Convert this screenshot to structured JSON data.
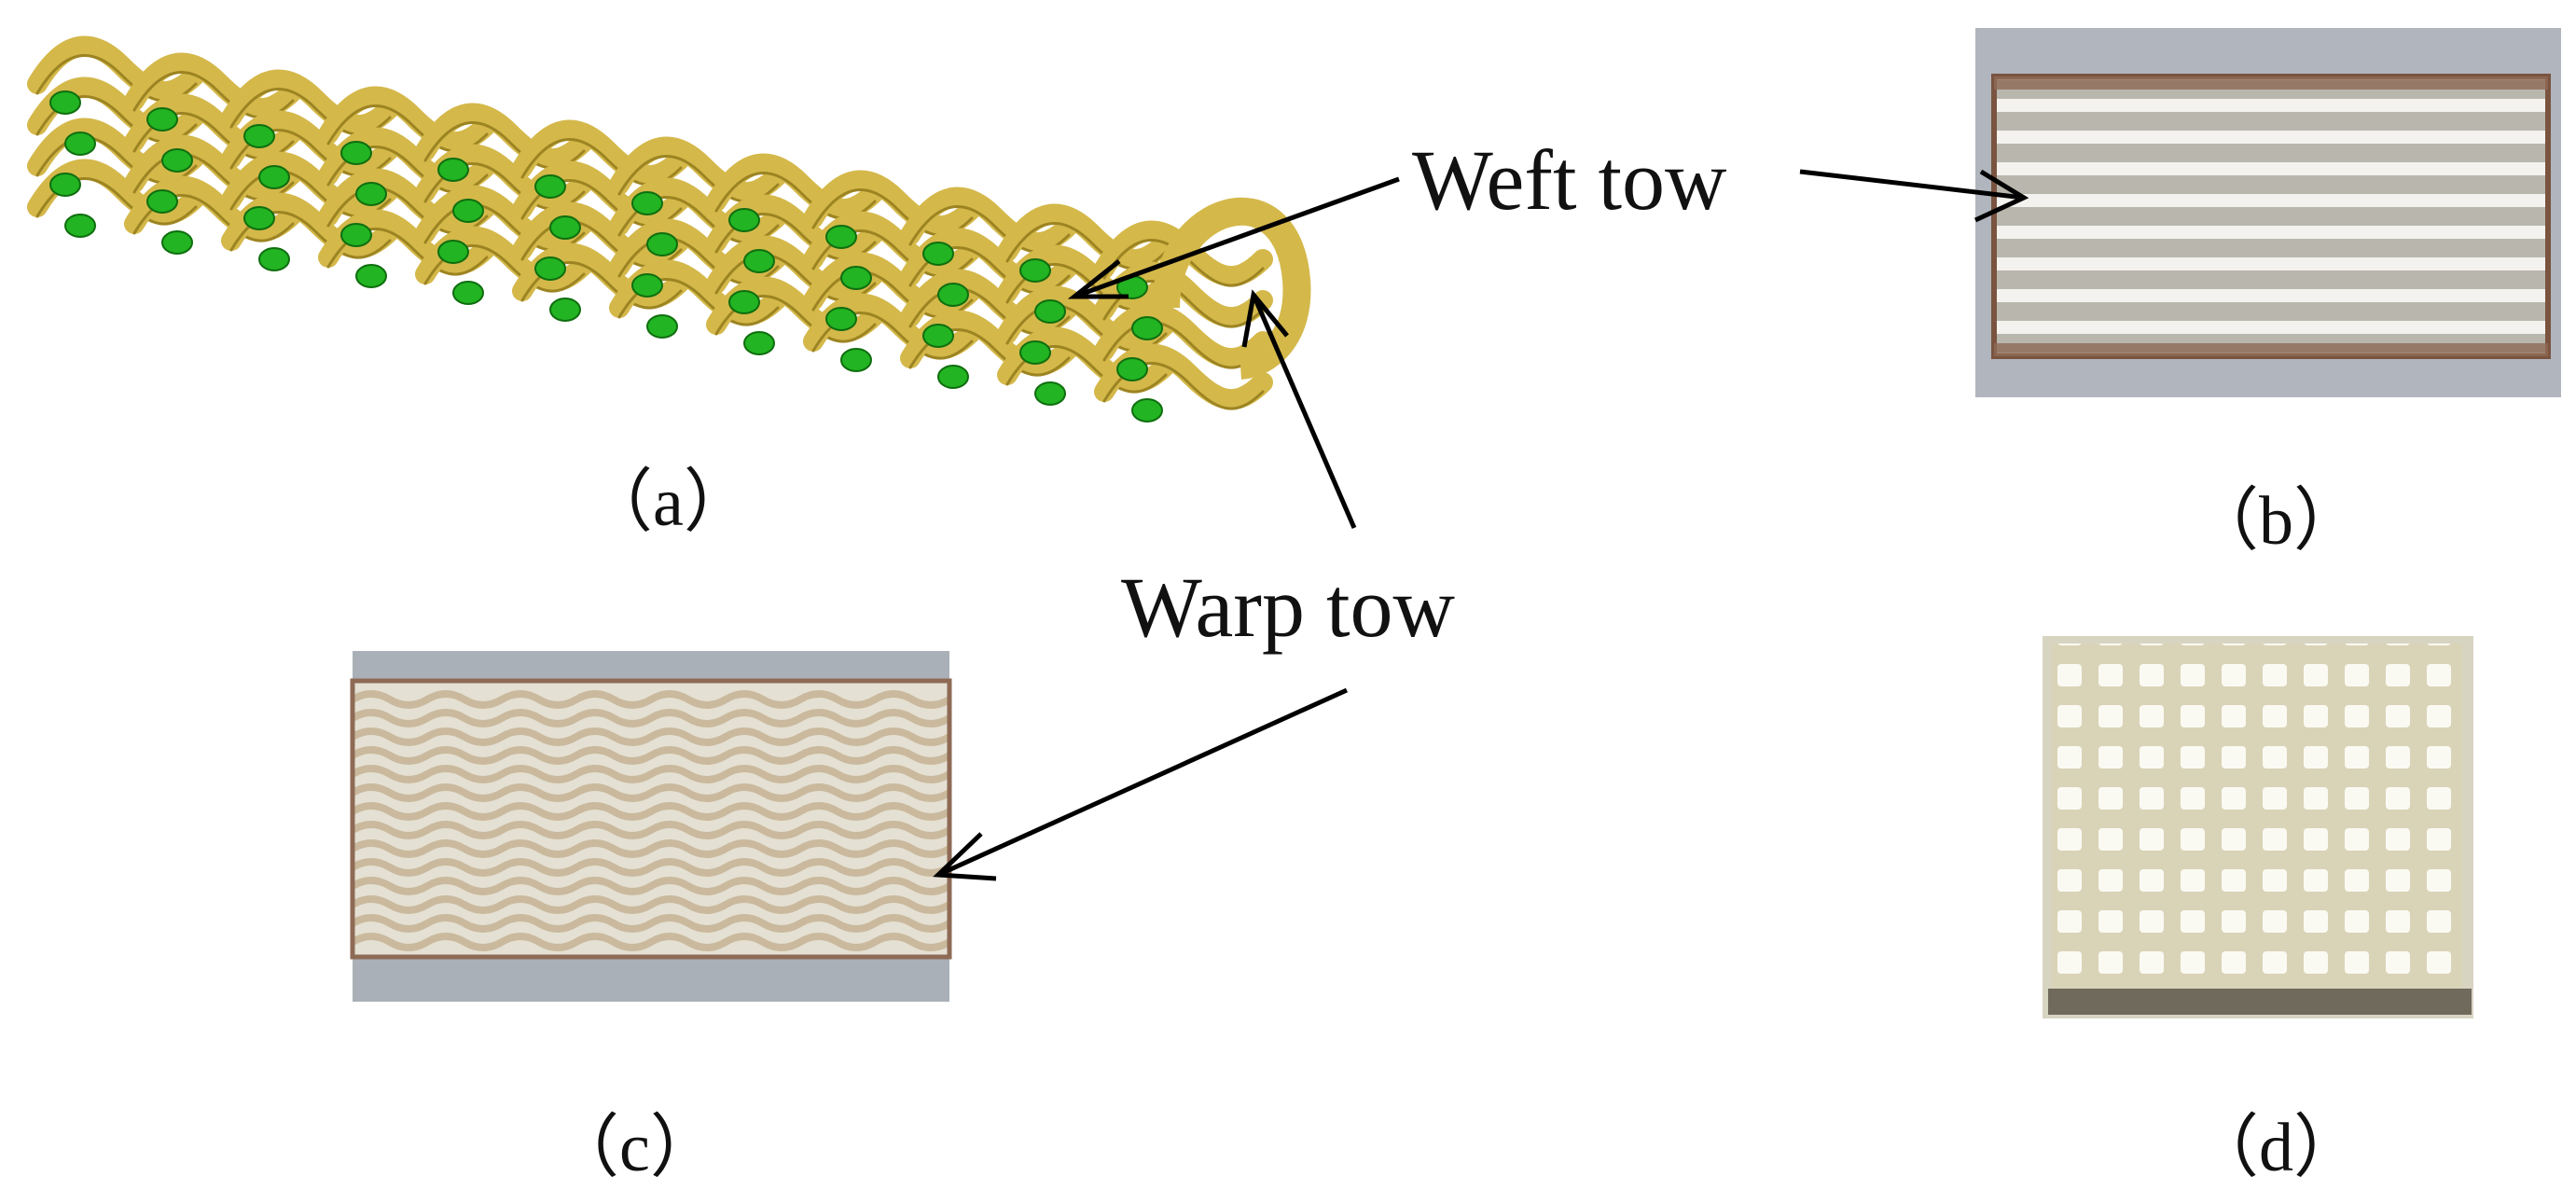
{
  "labels": {
    "weft": "Weft tow",
    "warp": "Warp tow"
  },
  "panels": {
    "a": "（a）",
    "b": "（b）",
    "c": "（c）",
    "d": "（d）"
  },
  "colors": {
    "warp_yarn": "#d4b84a",
    "warp_yarn_edge": "#9c8422",
    "weft_cross_section": "#22b422",
    "photo_background": "#a9adb4",
    "specimen_body": "#e8e2cf",
    "specimen_edge": "#7a5440"
  }
}
